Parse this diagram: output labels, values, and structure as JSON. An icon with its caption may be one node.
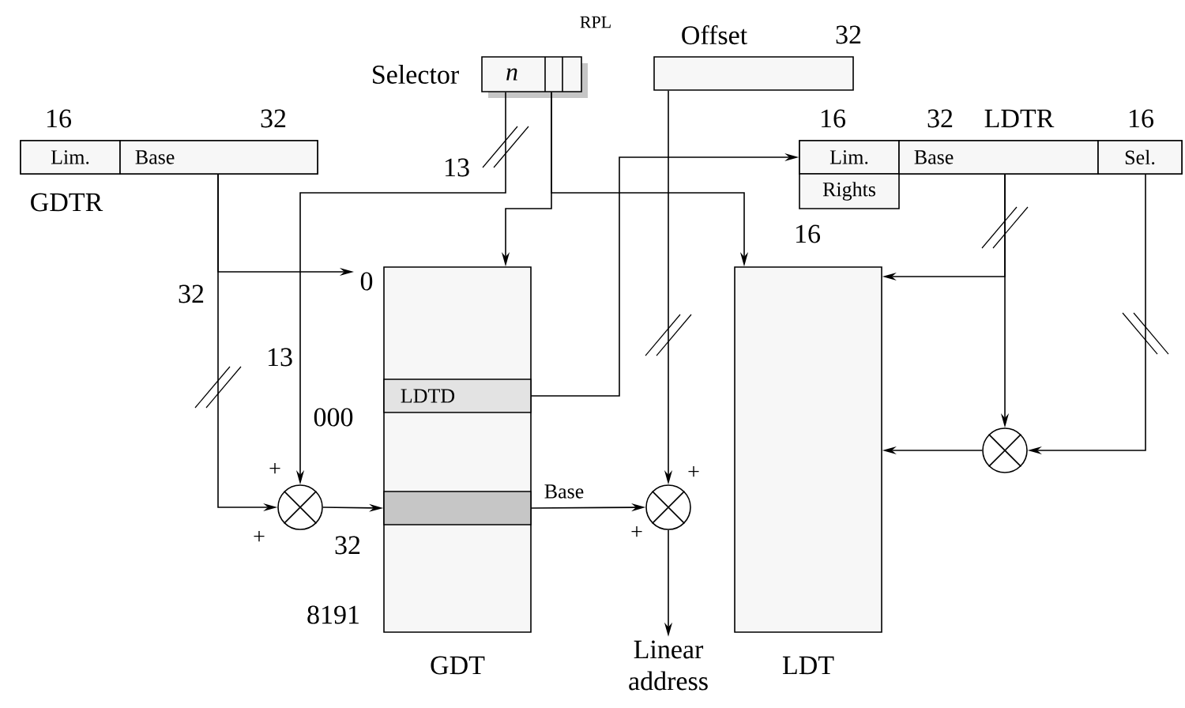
{
  "diagram": {
    "nodes": [
      {
        "text": [
          "Selector",
          "n"
        ],
        "beside": [
          "RPL"
        ]
      },
      {
        "text": [
          "Offset"
        ],
        "beside": [
          "32"
        ]
      },
      {
        "text": [
          "GDTR"
        ]
      },
      {
        "text": [
          "Lim."
        ],
        "in": 2,
        "beside": [
          "16"
        ]
      },
      {
        "text": [
          "Base"
        ],
        "in": 2,
        "beside": [
          "32"
        ]
      },
      {
        "text": [
          "LDTR"
        ]
      },
      {
        "text": [
          "Lim."
        ],
        "in": 5,
        "beside": [
          "16"
        ]
      },
      {
        "text": [
          "Rights"
        ]
      },
      {
        "text": [
          "Base"
        ],
        "in": 5,
        "beside": [
          "32"
        ]
      },
      {
        "text": [
          "Sel."
        ],
        "in": 5,
        "beside": [
          "16"
        ]
      },
      {
        "text": [
          "GDT"
        ]
      },
      {
        "text": [
          "LDTD"
        ],
        "in": 10
      },
      {
        "text": [],
        "shape": "bar",
        "in": 10
      },
      {
        "text": [
          "LDT"
        ]
      },
      {
        "text": [],
        "shape": "circle"
      },
      {
        "text": [],
        "shape": "circle"
      },
      {
        "text": [],
        "shape": "circle"
      },
      {
        "text": [
          "Linear address"
        ]
      }
    ],
    "edges": [
      {
        "from": 0,
        "to": 14,
        "arrow": "to"
      },
      {
        "from": 0,
        "to": 10,
        "arrow": "to"
      },
      {
        "from": 0,
        "to": 13,
        "arrow": "to"
      },
      {
        "from": 4,
        "to": 10,
        "arrow": "to"
      },
      {
        "from": 4,
        "to": 14,
        "arrow": "to"
      },
      {
        "from": 14,
        "to": 12,
        "arrow": "to"
      },
      {
        "from": 12,
        "to": 15,
        "arrow": "to",
        "label": "Base"
      },
      {
        "from": 1,
        "to": 15,
        "arrow": "to"
      },
      {
        "from": 15,
        "to": 17,
        "arrow": "to"
      },
      {
        "from": 11,
        "to": 6,
        "arrow": "to"
      },
      {
        "from": 8,
        "to": 13,
        "arrow": "to"
      },
      {
        "from": 8,
        "to": 16,
        "arrow": "to"
      },
      {
        "from": 9,
        "to": 16,
        "arrow": "to"
      },
      {
        "from": 16,
        "to": 13,
        "arrow": "to"
      }
    ],
    "labels": [
      "13",
      "16",
      "0",
      "32",
      "13",
      "000",
      "+",
      "+",
      "+",
      "+",
      "32",
      "8191"
    ]
  }
}
